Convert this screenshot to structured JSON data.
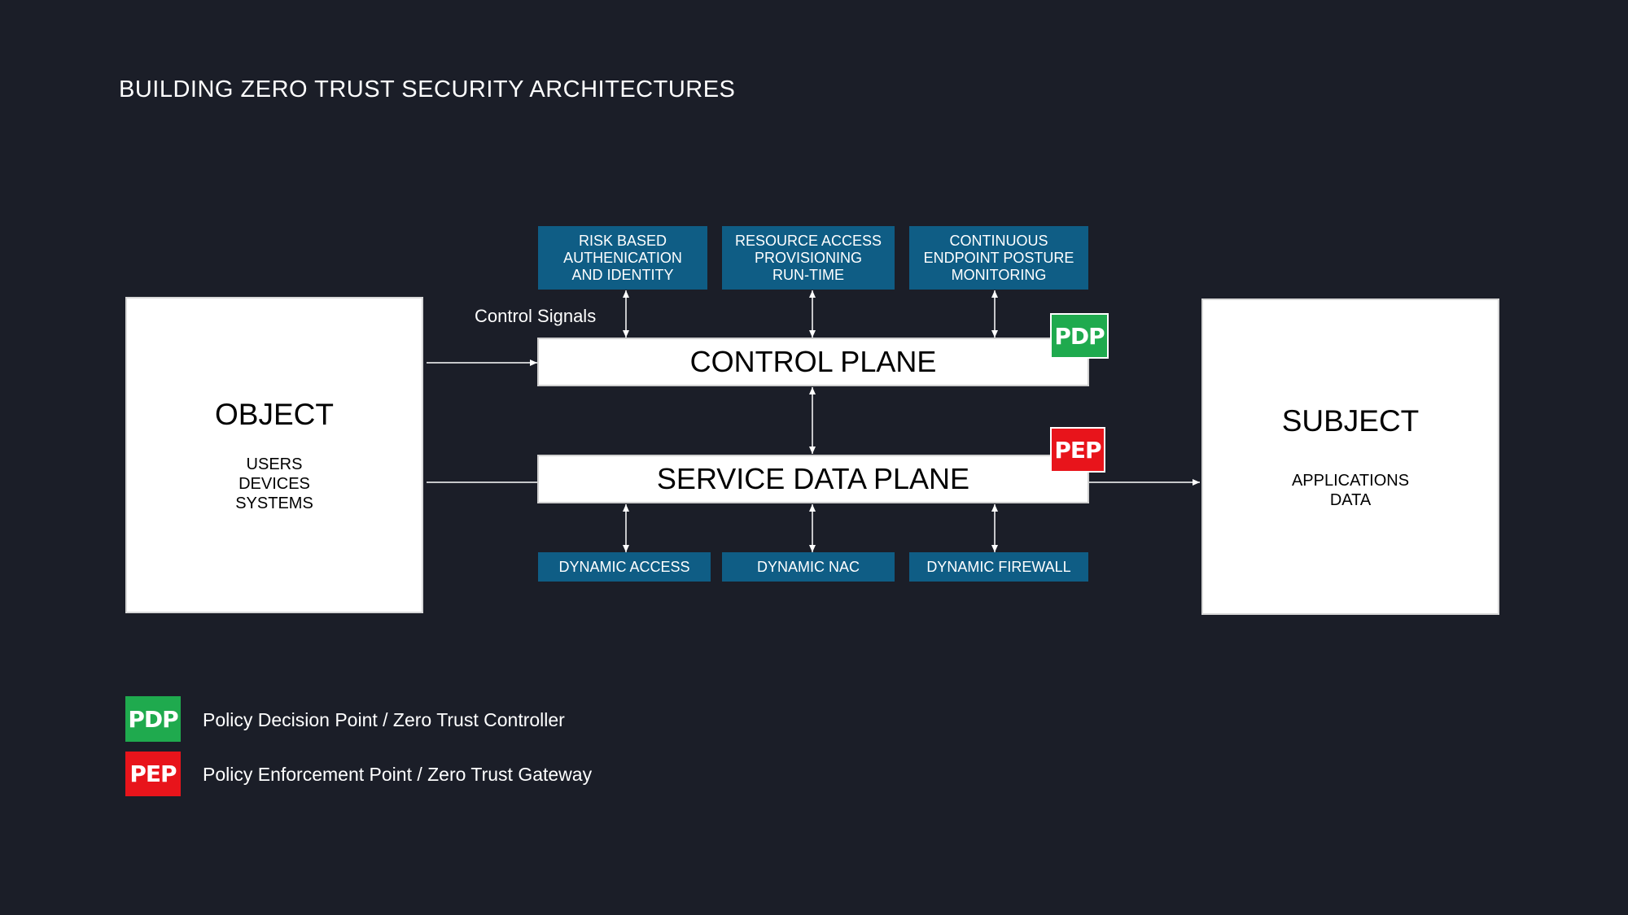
{
  "title": "BUILDING ZERO TRUST SECURITY ARCHITECTURES",
  "colors": {
    "background": "#1b1e28",
    "blue_box": "#0f5d85",
    "pdp": "#1faa4e",
    "pep": "#e8141b"
  },
  "object": {
    "heading": "OBJECT",
    "items": [
      "USERS",
      "DEVICES",
      "SYSTEMS"
    ]
  },
  "subject": {
    "heading": "SUBJECT",
    "items": [
      "APPLICATIONS",
      "DATA"
    ]
  },
  "control_signals_label": "Control Signals",
  "control_plane": {
    "label": "CONTROL PLANE",
    "badge": "PDP"
  },
  "service_data_plane": {
    "label": "SERVICE DATA PLANE",
    "badge": "PEP"
  },
  "top_services": [
    {
      "lines": [
        "RISK BASED",
        "AUTHENICATION",
        "AND IDENTITY"
      ]
    },
    {
      "lines": [
        "RESOURCE ACCESS",
        "PROVISIONING",
        "RUN-TIME"
      ]
    },
    {
      "lines": [
        "CONTINUOUS",
        "ENDPOINT POSTURE",
        "MONITORING"
      ]
    }
  ],
  "bottom_services": [
    {
      "label": "DYNAMIC ACCESS"
    },
    {
      "label": "DYNAMIC NAC"
    },
    {
      "label": "DYNAMIC FIREWALL"
    }
  ],
  "legend": [
    {
      "badge": "PDP",
      "text": "Policy Decision Point / Zero Trust Controller"
    },
    {
      "badge": "PEP",
      "text": "Policy Enforcement Point / Zero Trust Gateway"
    }
  ]
}
